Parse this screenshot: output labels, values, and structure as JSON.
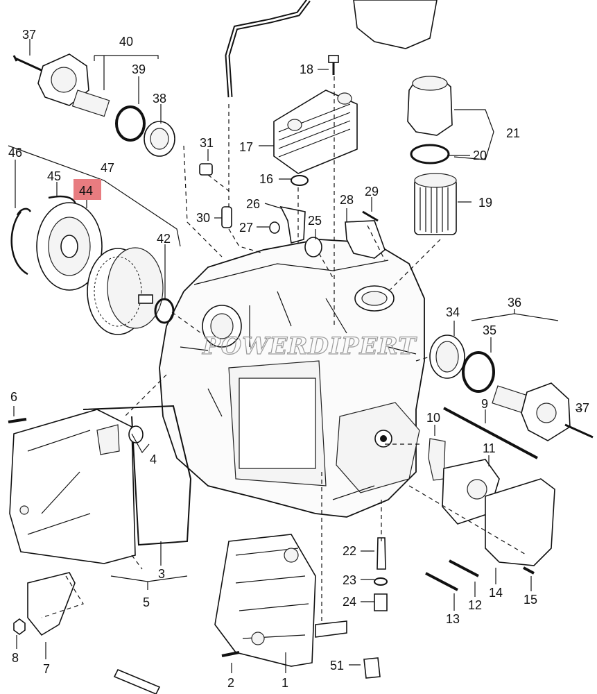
{
  "diagram": {
    "watermark": "POWERDIPERT",
    "highlight_color": "#e87c80",
    "labels": {
      "l37a": "37",
      "l40": "40",
      "l39": "39",
      "l38": "38",
      "l31": "31",
      "l46": "46",
      "l45": "45",
      "l47": "47",
      "l44": "44",
      "l42": "42",
      "l18": "18",
      "l17": "17",
      "l16": "16",
      "l21": "21",
      "l20": "20",
      "l19": "19",
      "l28": "28",
      "l29": "29",
      "l26": "26",
      "l25": "25",
      "l27": "27",
      "l30": "30",
      "l34": "34",
      "l36": "36",
      "l35": "35",
      "l37b": "37",
      "l9": "9",
      "l10": "10",
      "l11": "11",
      "l6": "6",
      "l4": "4",
      "l3": "3",
      "l5": "5",
      "l22": "22",
      "l23": "23",
      "l24": "24",
      "l13": "13",
      "l12": "12",
      "l14": "14",
      "l15": "15",
      "l8": "8",
      "l7": "7",
      "l2": "2",
      "l1": "1",
      "l51": "51"
    }
  }
}
